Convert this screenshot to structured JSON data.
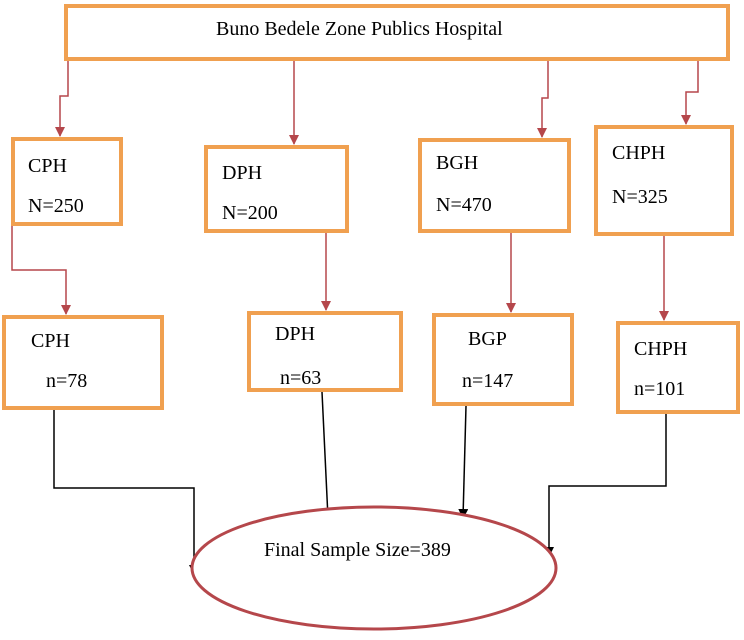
{
  "colors": {
    "box_border": "#f0a050",
    "red_connector": "#b5474b",
    "black_connector": "#000000",
    "ellipse_border": "#b5474b"
  },
  "top": {
    "label": "Buno Bedele Zone Publics Hospital"
  },
  "hospitals": [
    {
      "name": "CPH",
      "population": "N=250"
    },
    {
      "name": "DPH",
      "population": "N=200"
    },
    {
      "name": "BGH",
      "population": "N=470"
    },
    {
      "name": "CHPH",
      "population": "N=325"
    }
  ],
  "samples": [
    {
      "name": "CPH",
      "sample": "n=78"
    },
    {
      "name": "DPH",
      "sample": "n=63"
    },
    {
      "name": "BGP",
      "sample": "n=147"
    },
    {
      "name": "CHPH",
      "sample": "n=101"
    }
  ],
  "final": {
    "label": "Final Sample Size=389"
  }
}
